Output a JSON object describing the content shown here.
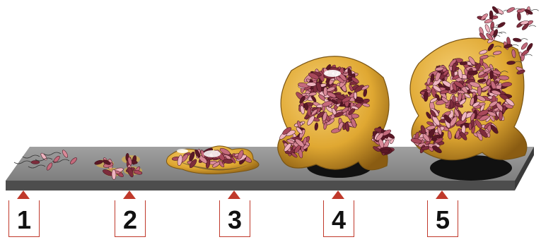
{
  "diagram": {
    "stages": [
      {
        "number": "1"
      },
      {
        "number": "2"
      },
      {
        "number": "3"
      },
      {
        "number": "4"
      },
      {
        "number": "5"
      }
    ]
  },
  "colors": {
    "surface_top": "#8e8e8e",
    "surface_front": "#505050",
    "marker": "#c0392b",
    "matrix": "#e6b43c",
    "matrix_shadow": "#7a5514",
    "cell": "#a8485a",
    "cell_light": "#efb5c0",
    "cell_dark": "#5a1826"
  }
}
